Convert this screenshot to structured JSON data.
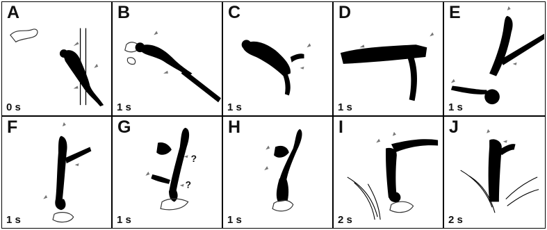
{
  "panels": [
    {
      "letter": "A",
      "time": "0 s"
    },
    {
      "letter": "B",
      "time": "1 s"
    },
    {
      "letter": "C",
      "time": "1 s"
    },
    {
      "letter": "D",
      "time": "1 s"
    },
    {
      "letter": "E",
      "time": "1 s"
    },
    {
      "letter": "F",
      "time": "1 s"
    },
    {
      "letter": "G",
      "time": "1 s"
    },
    {
      "letter": "H",
      "time": "1 s"
    },
    {
      "letter": "I",
      "time": "2 s"
    },
    {
      "letter": "J",
      "time": "2 s"
    }
  ],
  "annotations": {
    "g_question_1": "?",
    "g_question_2": "?"
  }
}
